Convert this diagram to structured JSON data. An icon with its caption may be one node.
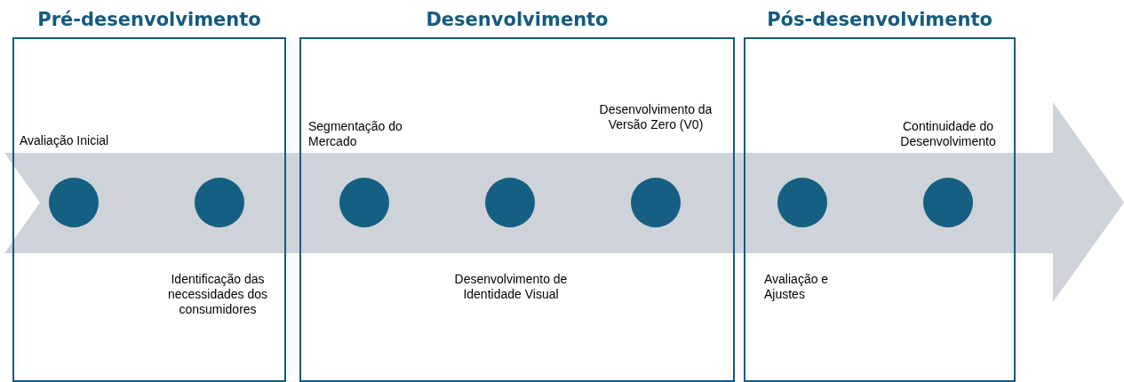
{
  "diagram": {
    "nodes": [
      {
        "text": [
          "Pré-desenvolvimento"
        ]
      },
      {
        "text": [
          "Desenvolvimento"
        ]
      },
      {
        "text": [
          "Pós-desenvolvimento"
        ]
      },
      {
        "text": [],
        "shape": "circle",
        "in": 0,
        "beside": [
          "Avaliação Inicial"
        ]
      },
      {
        "text": [],
        "shape": "circle",
        "in": 0,
        "beside": [
          "Identificação das necessidades dos consumidores"
        ]
      },
      {
        "text": [],
        "shape": "circle",
        "in": 1,
        "beside": [
          "Segmentação do Mercado"
        ]
      },
      {
        "text": [],
        "shape": "circle",
        "in": 1,
        "beside": [
          "Desenvolvimento de Identidade Visual"
        ]
      },
      {
        "text": [],
        "shape": "circle",
        "in": 1,
        "beside": [
          "Desenvolvimento da Versão Zero (V0)"
        ]
      },
      {
        "text": [],
        "shape": "circle",
        "in": 2,
        "beside": [
          "Avaliação e Ajustes"
        ]
      },
      {
        "text": [],
        "shape": "circle",
        "in": 2,
        "beside": [
          "Continuidade do Desenvolvimento"
        ]
      }
    ],
    "edges": []
  }
}
